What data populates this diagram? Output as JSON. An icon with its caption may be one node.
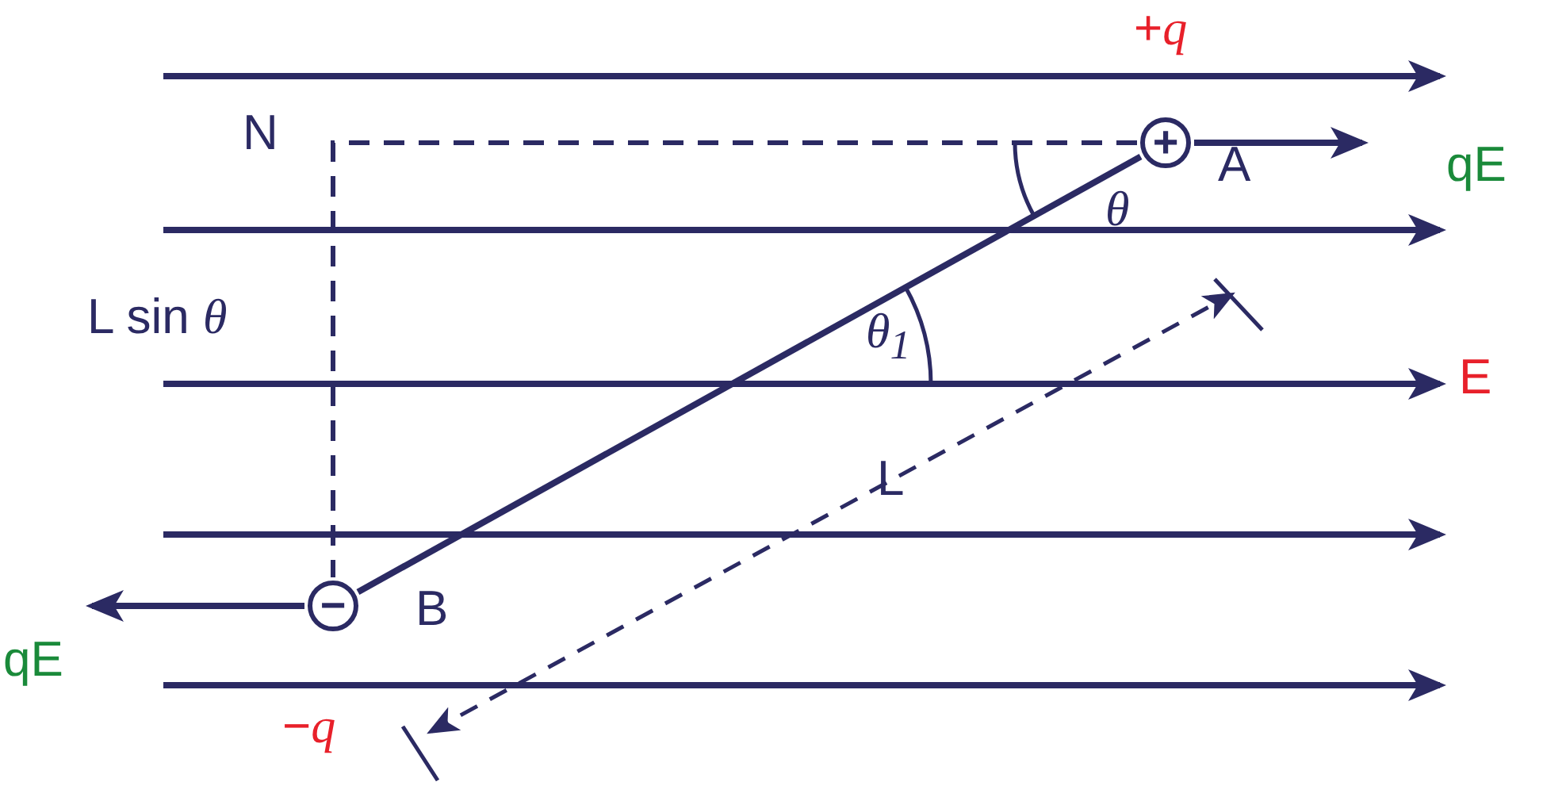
{
  "diagram": {
    "nodes": [
      {
        "text": [
          "+"
        ],
        "beside": [
          "+*q*",
          "A"
        ]
      },
      {
        "text": [
          "−"
        ],
        "beside": [
          "−*q*",
          "B"
        ]
      }
    ],
    "edges": [
      {
        "from": 0,
        "to": 1,
        "arrow": "none"
      },
      {
        "from": 0,
        "to": 1,
        "arrow": "none",
        "style": "dashed"
      },
      {
        "from": 0,
        "to": null,
        "arrow": "to",
        "label": "qE"
      },
      {
        "from": 1,
        "to": null,
        "arrow": "to",
        "label": "qE"
      }
    ],
    "labels": [
      "N",
      "L sin *θ*",
      "θ",
      "θ$_{1}$",
      "E",
      "L"
    ]
  }
}
